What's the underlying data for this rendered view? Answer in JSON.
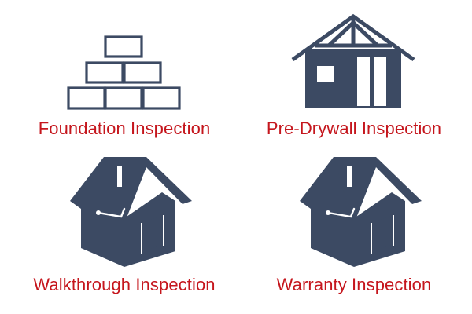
{
  "theme": {
    "icon_color": "#3c4a63",
    "label_color": "#c5161d"
  },
  "cards": [
    {
      "label": "Foundation Inspection",
      "icon": "brick-stack-icon"
    },
    {
      "label": "Pre-Drywall Inspection",
      "icon": "house-framing-icon"
    },
    {
      "label": "Walkthrough Inspection",
      "icon": "house-icon"
    },
    {
      "label": "Warranty Inspection",
      "icon": "house-icon"
    }
  ]
}
